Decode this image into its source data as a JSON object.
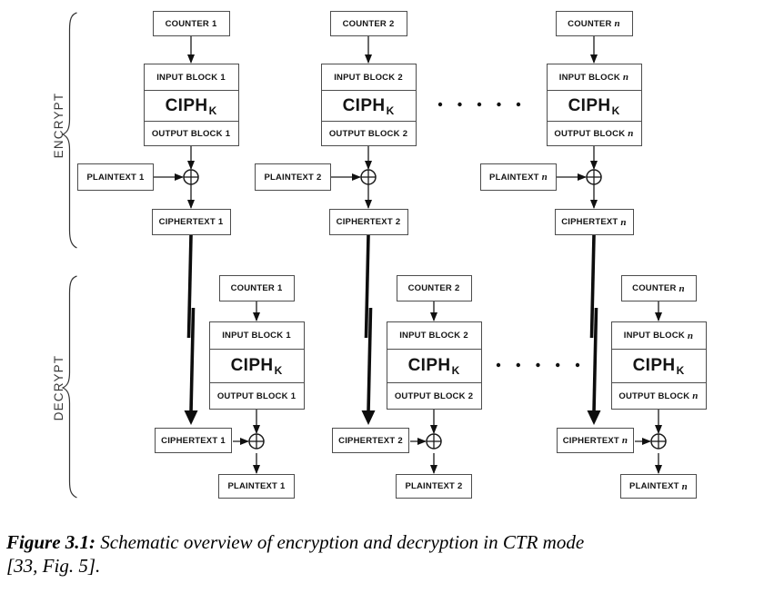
{
  "figure": {
    "encrypt": {
      "label": "ENCRYPT",
      "columns": [
        {
          "counter": "COUNTER",
          "idx": "1",
          "input": "INPUT BLOCK",
          "ciph": "CIPH",
          "ciph_sub": "K",
          "output": "OUTPUT BLOCK",
          "plaintext": "PLAINTEXT",
          "ciphertext": "CIPHERTEXT"
        },
        {
          "counter": "COUNTER",
          "idx": "2",
          "input": "INPUT BLOCK",
          "ciph": "CIPH",
          "ciph_sub": "K",
          "output": "OUTPUT BLOCK",
          "plaintext": "PLAINTEXT",
          "ciphertext": "CIPHERTEXT"
        },
        {
          "counter": "COUNTER",
          "idx": "n",
          "idx_style": "italic",
          "input": "INPUT BLOCK",
          "ciph": "CIPH",
          "ciph_sub": "K",
          "output": "OUTPUT BLOCK",
          "plaintext": "PLAINTEXT",
          "ciphertext": "CIPHERTEXT"
        }
      ]
    },
    "decrypt": {
      "label": "DECRYPT",
      "columns": [
        {
          "counter": "COUNTER",
          "idx": "1",
          "input": "INPUT BLOCK",
          "ciph": "CIPH",
          "ciph_sub": "K",
          "output": "OUTPUT BLOCK",
          "ciphertext": "CIPHERTEXT",
          "plaintext": "PLAINTEXT"
        },
        {
          "counter": "COUNTER",
          "idx": "2",
          "input": "INPUT BLOCK",
          "ciph": "CIPH",
          "ciph_sub": "K",
          "output": "OUTPUT BLOCK",
          "ciphertext": "CIPHERTEXT",
          "plaintext": "PLAINTEXT"
        },
        {
          "counter": "COUNTER",
          "idx": "n",
          "idx_style": "italic",
          "input": "INPUT BLOCK",
          "ciph": "CIPH",
          "ciph_sub": "K",
          "output": "OUTPUT BLOCK",
          "ciphertext": "CIPHERTEXT",
          "plaintext": "PLAINTEXT"
        }
      ]
    },
    "caption": {
      "label": "Figure 3.1:",
      "text": "Schematic overview of encryption and decryption in CTR mode",
      "text2": "[33, Fig. 5]."
    },
    "colors": {
      "line": "#1a1a1a",
      "box_border": "#4d4d4d",
      "text": "#141414"
    }
  }
}
